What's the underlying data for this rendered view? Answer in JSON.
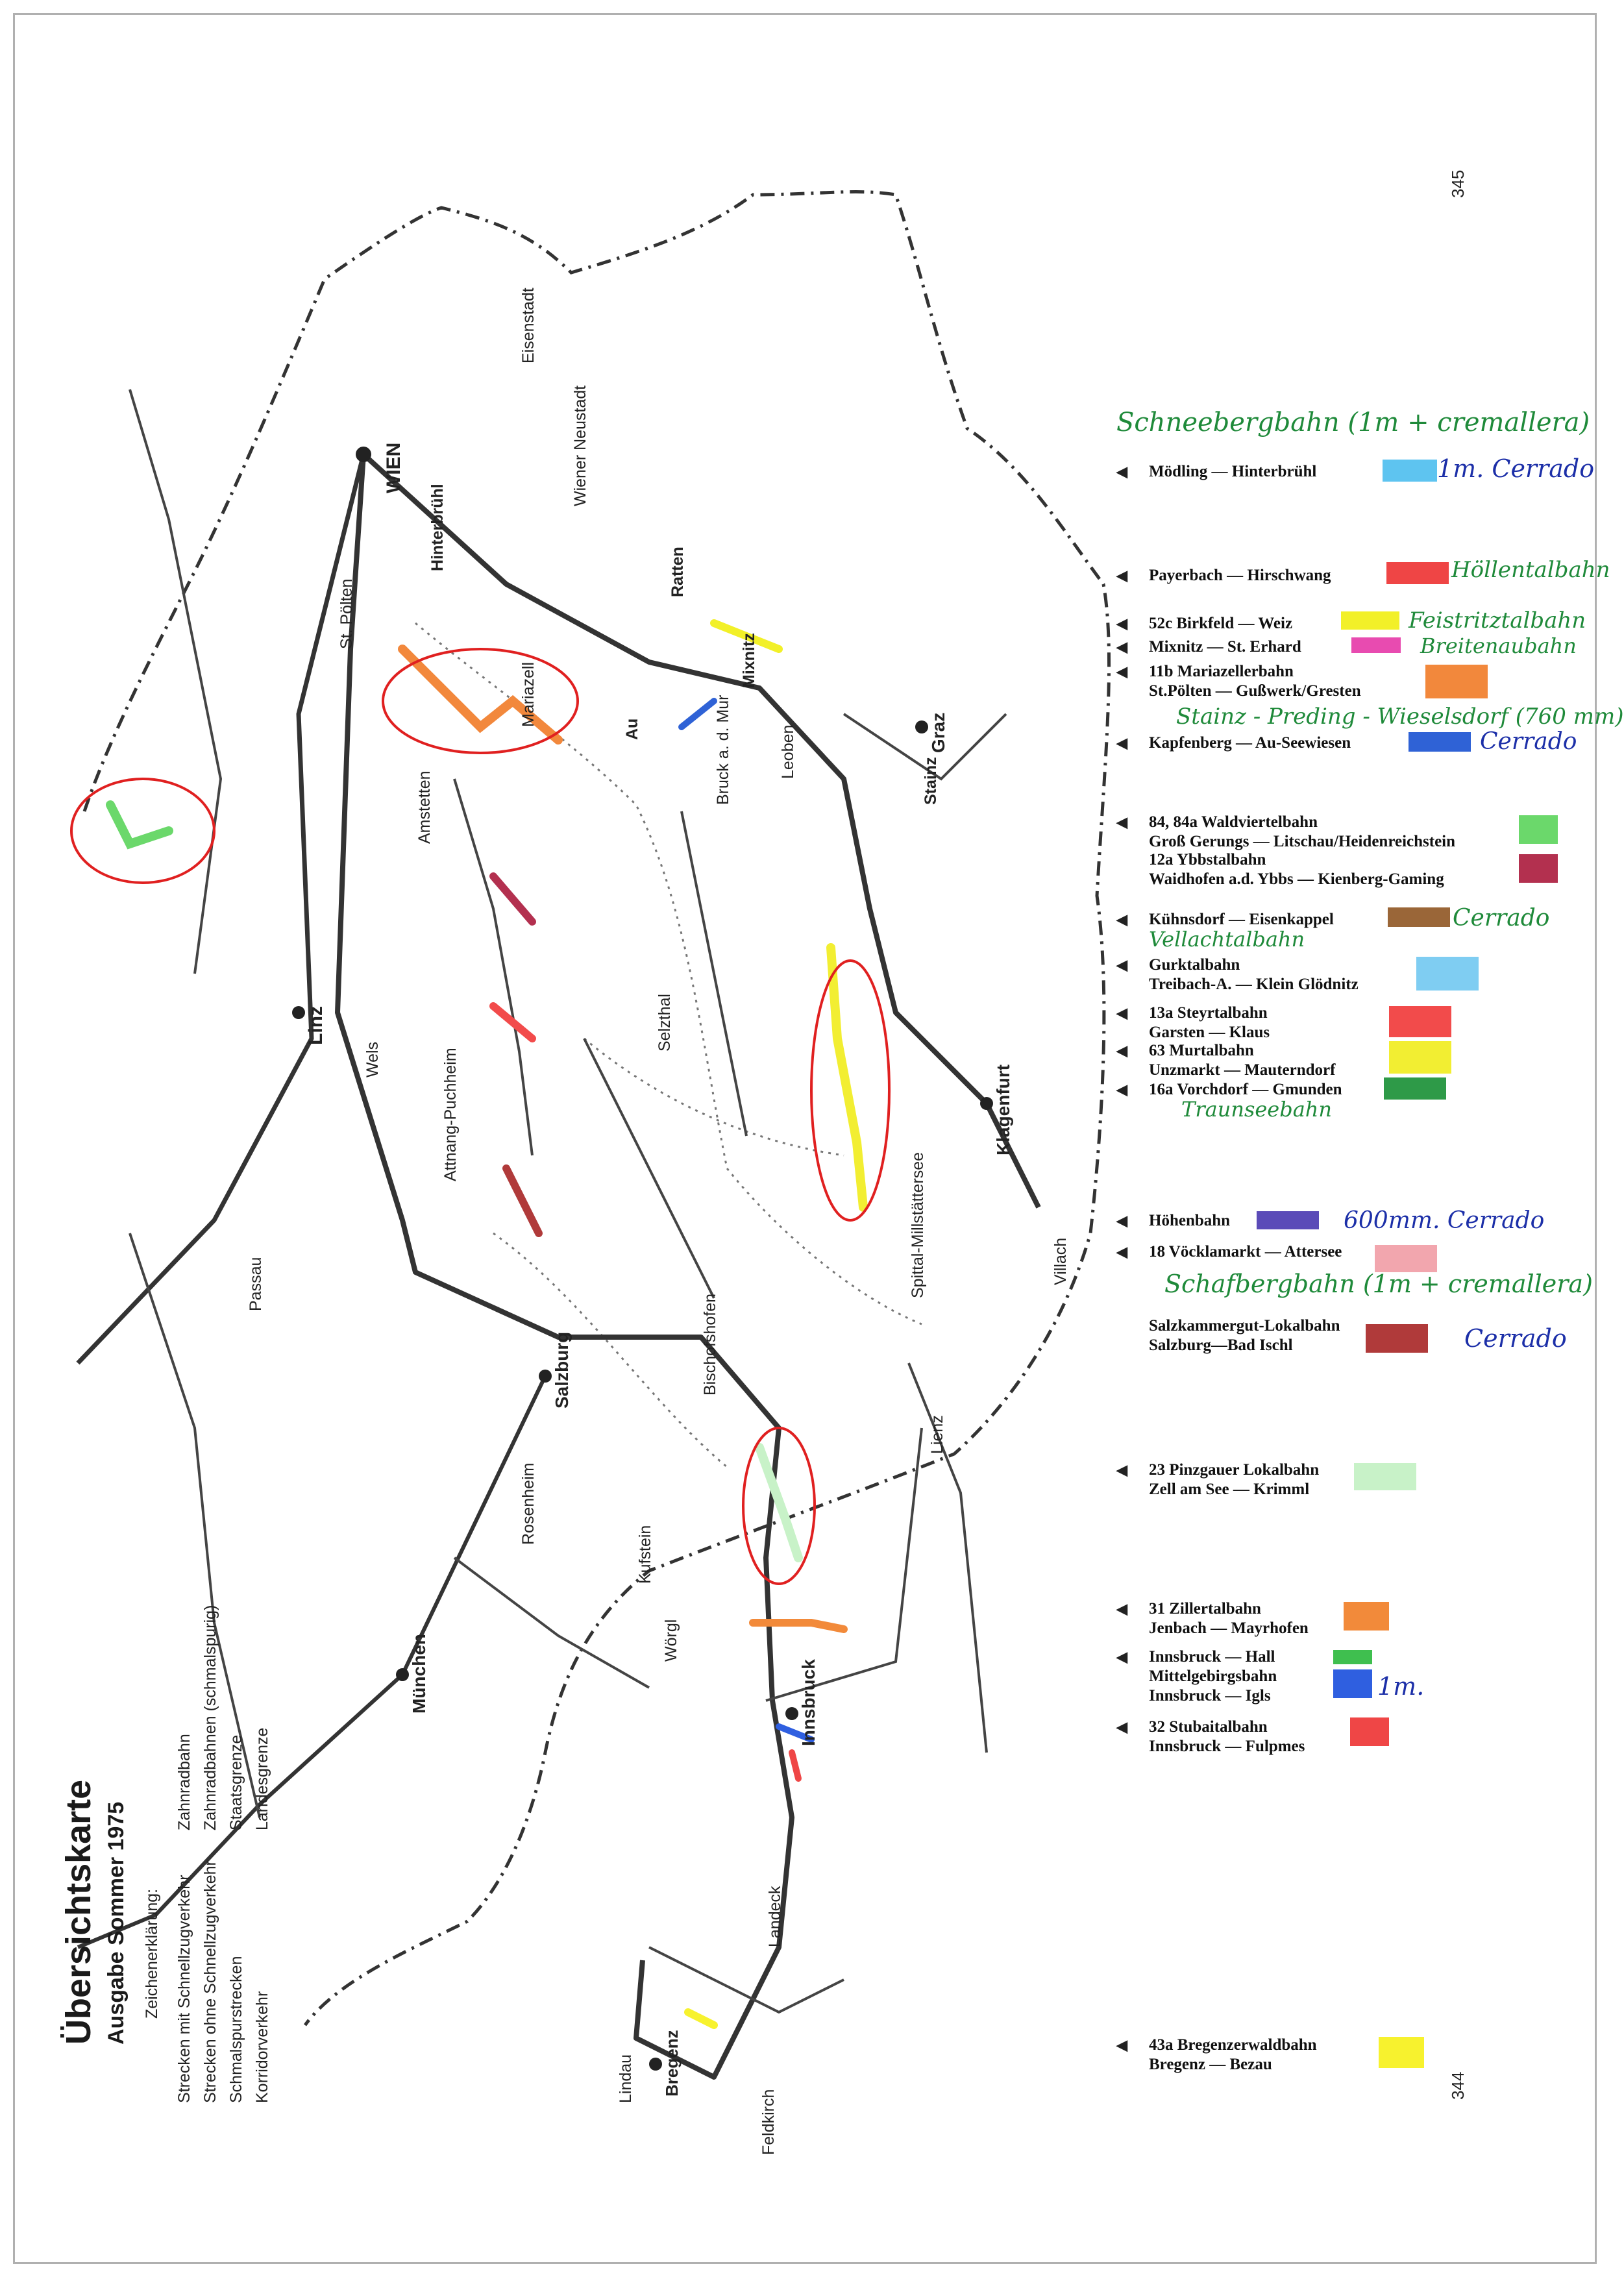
{
  "page_numbers": {
    "top": "345",
    "bottom": "344"
  },
  "map_legend": {
    "title": "Übersichtskarte",
    "subtitle": "Ausgabe Sommer 1975",
    "heading": "Zeichenerklärung:",
    "items": [
      "Strecken mit Schnellzugverkehr",
      "Strecken ohne Schnellzugverkehr",
      "Schmalspurstrecken",
      "Korridorverkehr",
      "Zahnradbahn",
      "Zahnradbahnen (schmalspurig)",
      "Staatsgrenze",
      "Landesgrenze"
    ]
  },
  "cities": [
    "WIEN",
    "Linz",
    "Salzburg",
    "Innsbruck",
    "Graz",
    "Klagenfurt",
    "München",
    "Bregenz",
    "Eisenstadt",
    "St. Pölten",
    "Villach",
    "Passau",
    "Rosenheim",
    "Kufstein",
    "Bischofshofen",
    "Selzthal",
    "Leoben",
    "Bruck a. d. Mur",
    "Wiener Neustadt",
    "Feldkirch",
    "Lindau",
    "Landeck",
    "Wörgl",
    "Spittal-Millstättersee",
    "Lienz",
    "Wels",
    "Amstetten",
    "Attnang-Puchheim",
    "Mariazell",
    "Mixnitz",
    "Stainz",
    "Ratten",
    "Au",
    "Hinterbrühl"
  ],
  "entries": [
    {
      "line1": "Mödling — Hinterbrühl",
      "color": "#5ec4f0"
    },
    {
      "line1": "Payerbach — Hirschwang",
      "color": "#ef4545"
    },
    {
      "line1": "52c Birkfeld — Weiz",
      "color": "#f2f028"
    },
    {
      "line1": "Mixnitz — St. Erhard",
      "color": "#e84bb0"
    },
    {
      "line1": "11b Mariazellerbahn",
      "line2": "St.Pölten — Gußwerk/Gresten",
      "color": "#f2883c"
    },
    {
      "line1": "Kapfenberg — Au-Seewiesen",
      "color": "#2f62d6"
    },
    {
      "line1": "84, 84a Waldviertelbahn",
      "line2": "Groß Gerungs — Litschau/Heidenreichstein",
      "color": "#6bd86b"
    },
    {
      "line1": "12a Ybbstalbahn",
      "line2": "Waidhofen a.d. Ybbs — Kienberg-Gaming",
      "color": "#b3304f"
    },
    {
      "line1": "Kühnsdorf — Eisenkappel",
      "color": "#9a6638"
    },
    {
      "line1": "Gurktalbahn",
      "line2": "Treibach-A. — Klein Glödnitz",
      "color": "#7fcdf2"
    },
    {
      "line1": "13a Steyrtalbahn",
      "line2": "Garsten — Klaus",
      "color": "#f24b4b"
    },
    {
      "line1": "63 Murtalbahn",
      "line2": "Unzmarkt — Mauterndorf",
      "color": "#f2ee32"
    },
    {
      "line1": "16a Vorchdorf — Gmunden",
      "color": "#2e9a48"
    },
    {
      "line1": "Höhenbahn",
      "color": "#5b4bb8"
    },
    {
      "line1": "18 Vöcklamarkt — Attersee",
      "color": "#f2a6ae"
    },
    {
      "line1": "Salzkammergut-Lokalbahn",
      "line2": "Salzburg—Bad Ischl",
      "color": "#b03a3a"
    },
    {
      "line1": "23 Pinzgauer Lokalbahn",
      "line2": "Zell am See — Krimml",
      "color": "#c8f2c8"
    },
    {
      "line1": "31 Zillertalbahn",
      "line2": "Jenbach — Mayrhofen",
      "color": "#f28a3a"
    },
    {
      "line1": "Innsbruck — Hall",
      "color": "#3fbf4f"
    },
    {
      "line1": "Mittelgebirgsbahn",
      "line2": "Innsbruck — Igls",
      "color": "#2f5fe0"
    },
    {
      "line1": "32 Stubaitalbahn",
      "line2": "Innsbruck — Fulpmes",
      "color": "#ef4646"
    },
    {
      "line1": "43a Bregenzerwaldbahn",
      "line2": "Bregenz — Bezau",
      "color": "#f7f22e"
    }
  ],
  "handwritten": [
    "Schneebergbahn (1m + cremallera)",
    "1m. Cerrado",
    "Höllentalbahn",
    "Feistritztalbahn",
    "Breitenaubahn",
    "Stainz - Preding - Wieselsdorf (760 mm)",
    "Cerrado",
    "Cerrado",
    "Vellachtalbahn",
    "Traunseebahn",
    "600mm. Cerrado",
    "Schafbergbahn (1m + cremallera)",
    "Cerrado",
    "1m."
  ]
}
